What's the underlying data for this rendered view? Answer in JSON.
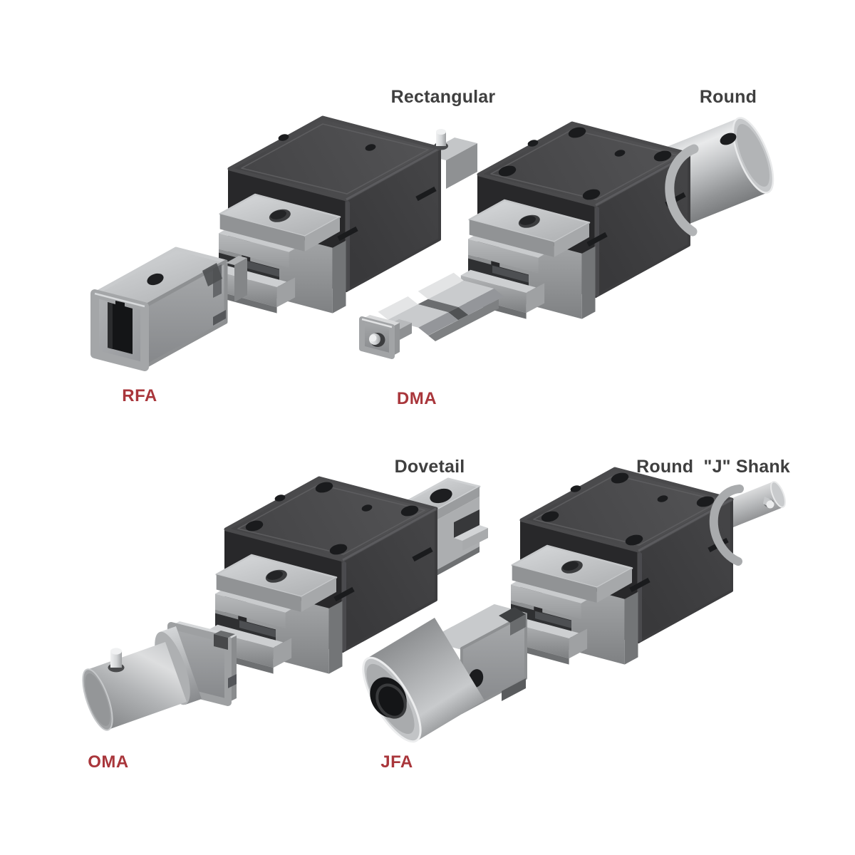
{
  "figure": {
    "kind": "product-diagram",
    "rows": [
      {
        "variants": [
          {
            "shank_style": "Rectangular",
            "adapter_code": "RFA"
          },
          {
            "shank_style": "Round",
            "adapter_code": "DMA"
          }
        ]
      },
      {
        "variants": [
          {
            "shank_style": "Dovetail",
            "adapter_code": "OMA"
          },
          {
            "shank_style": "Round  \"J\" Shank",
            "adapter_code": "JFA"
          }
        ]
      }
    ]
  },
  "labels": {
    "rectangular": "Rectangular",
    "round": "Round",
    "dovetail": "Dovetail",
    "round_j_shank": "Round  \"J\" Shank",
    "rfa": "RFA",
    "dma": "DMA",
    "oma": "OMA",
    "jfa": "JFA"
  },
  "colors": {
    "background": "#FFFFFF",
    "heading_text": "#3F3F3F",
    "code_text": "#A9363B",
    "body_dark_gray": "#464648",
    "metal_gray": "#AAACAE"
  }
}
